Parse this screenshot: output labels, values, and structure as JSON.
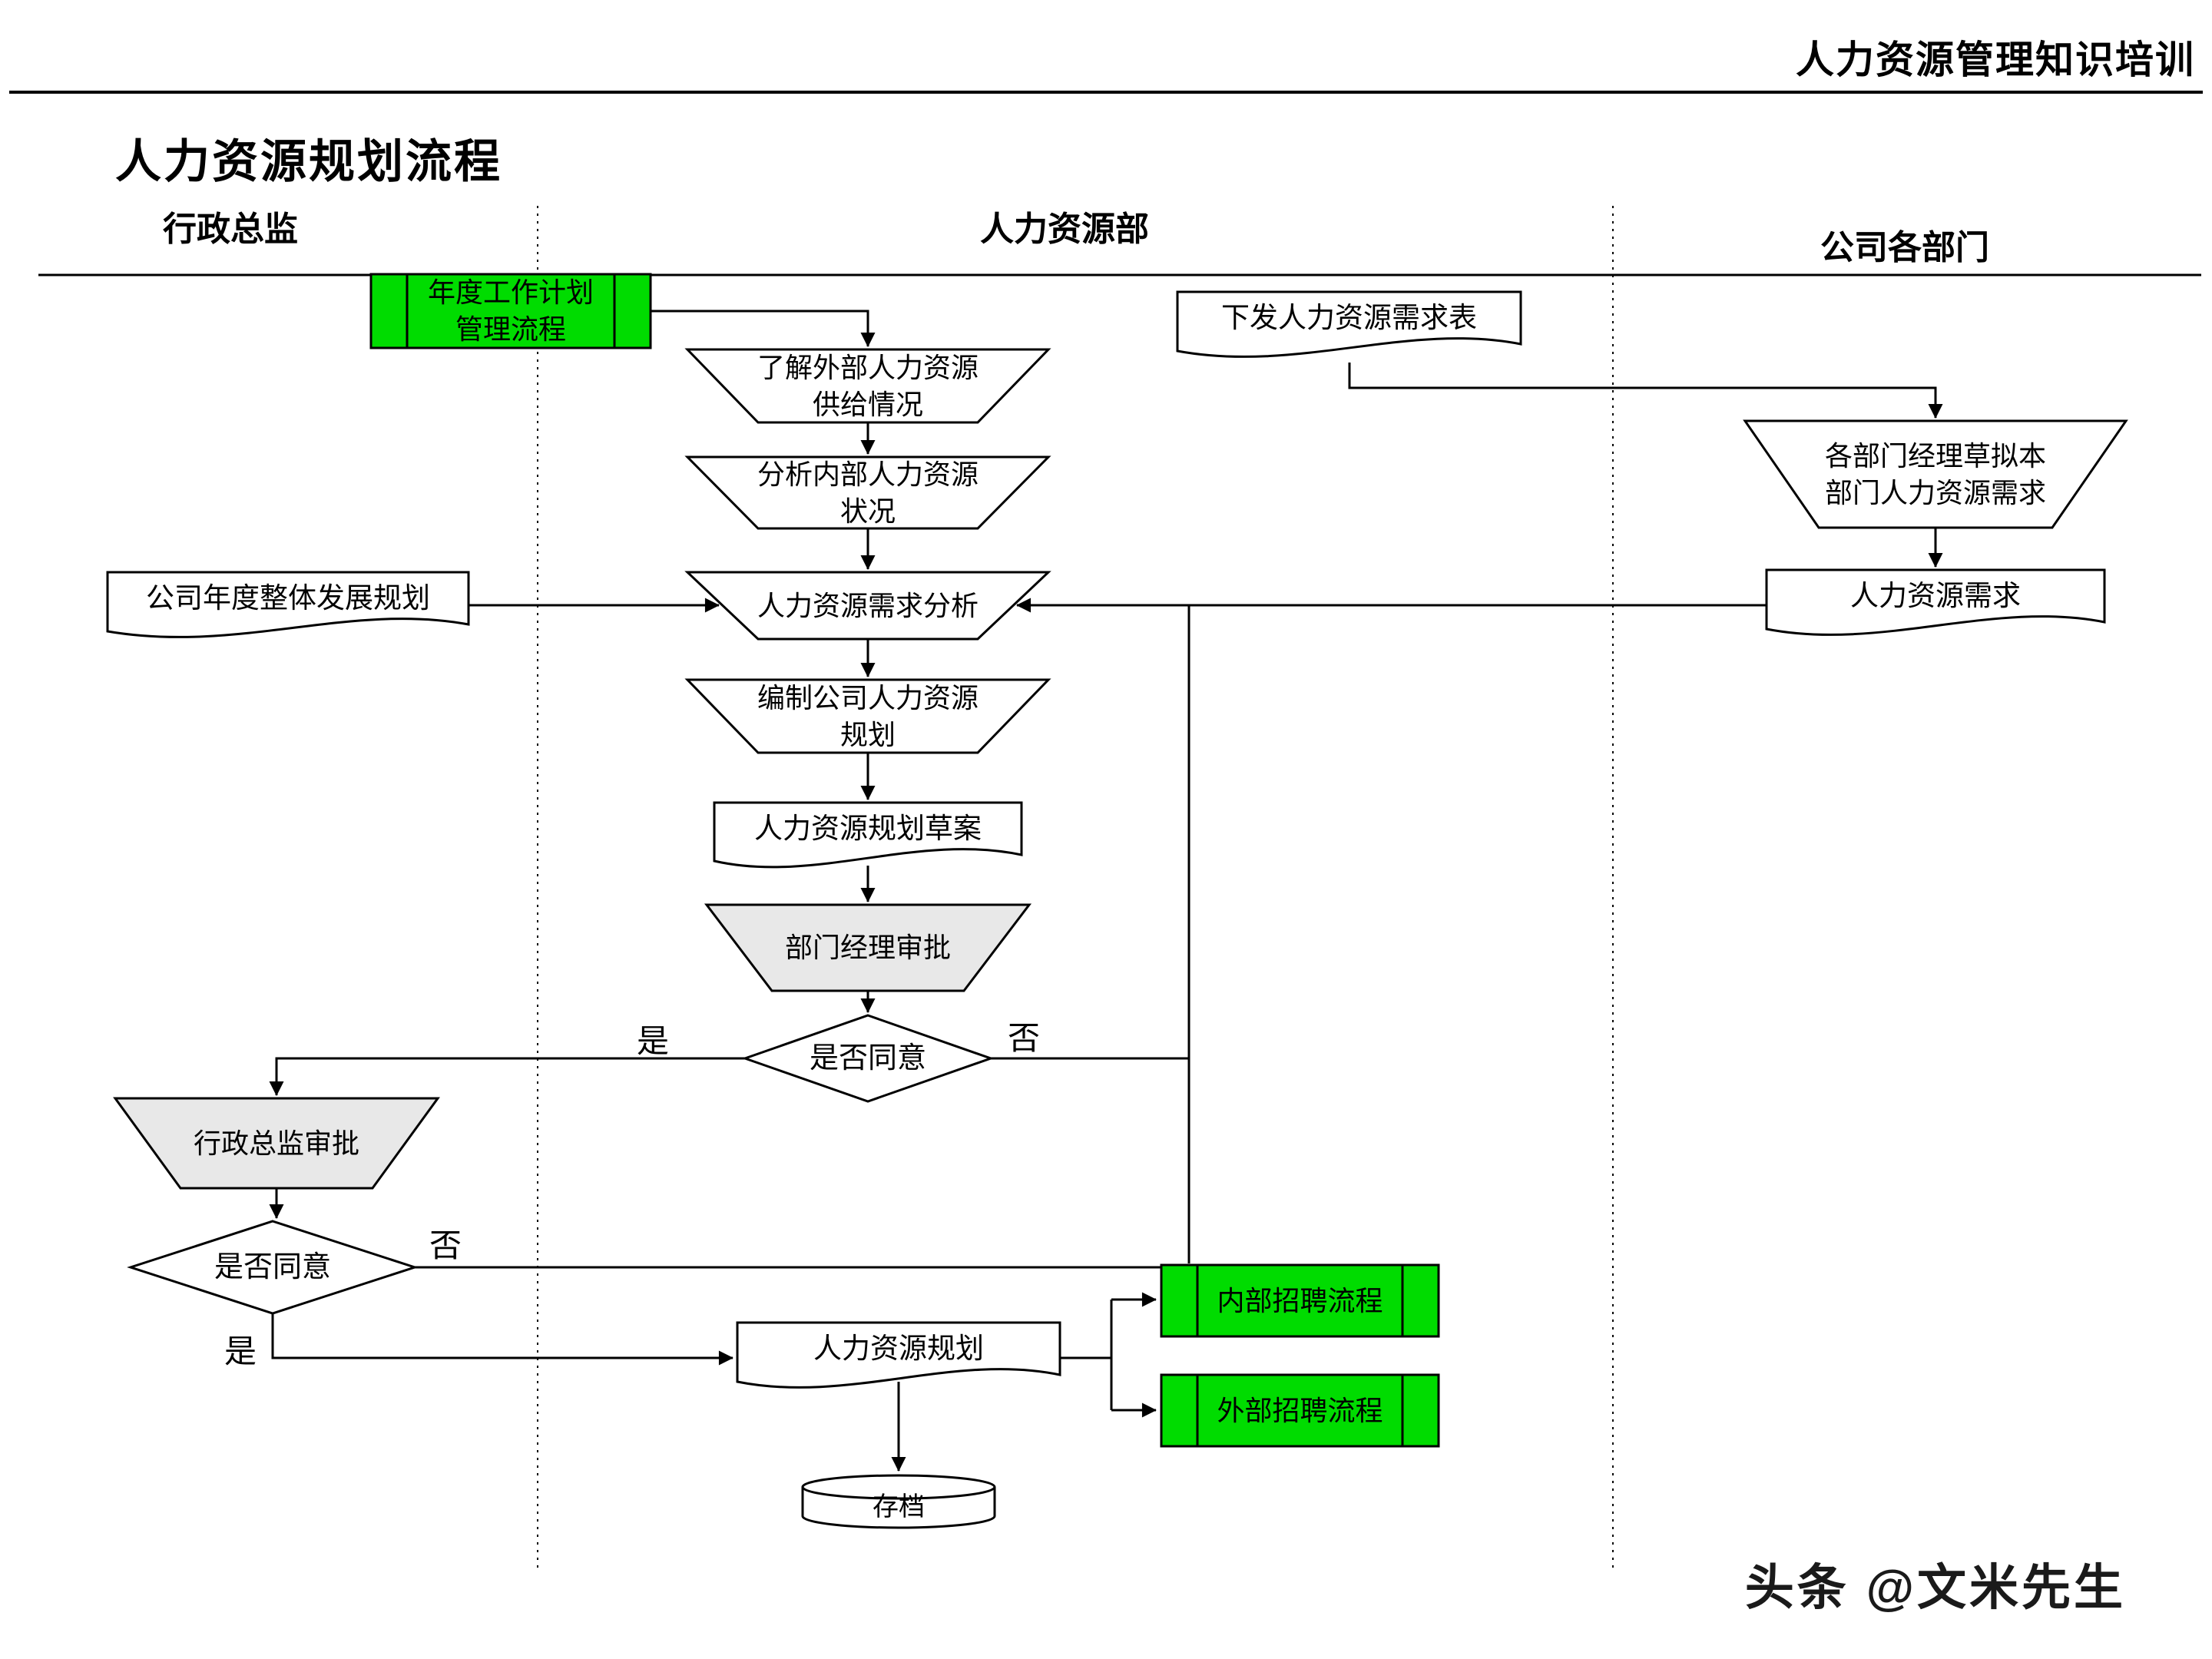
{
  "header": {
    "course_title": "人力资源管理知识培训"
  },
  "page": {
    "title": "人力资源规划流程",
    "watermark": "头条 @文米先生"
  },
  "lanes": [
    {
      "label": "行政总监"
    },
    {
      "label": "人力资源部"
    },
    {
      "label": "公司各部门"
    }
  ],
  "nodes": {
    "annual_work_plan": {
      "label": "年度工作计划\n管理流程",
      "type": "predefined-process",
      "fill": "green"
    },
    "external_supply": {
      "label": "了解外部人力资源\n供给情况",
      "type": "manual-operation",
      "fill": "white"
    },
    "internal_status": {
      "label": "分析内部人力资源\n状况",
      "type": "manual-operation",
      "fill": "white"
    },
    "demand_analysis": {
      "label": "人力资源需求分析",
      "type": "manual-operation",
      "fill": "white"
    },
    "compile_plan": {
      "label": "编制公司人力资源\n规划",
      "type": "manual-operation",
      "fill": "white"
    },
    "plan_draft": {
      "label": "人力资源规划草案",
      "type": "document",
      "fill": "white"
    },
    "dept_manager_approval": {
      "label": "部门经理审批",
      "type": "manual-operation",
      "fill": "gray"
    },
    "dept_agree": {
      "label": "是否同意",
      "type": "decision",
      "fill": "white"
    },
    "admin_director_approval": {
      "label": "行政总监审批",
      "type": "manual-operation",
      "fill": "gray"
    },
    "director_agree": {
      "label": "是否同意",
      "type": "decision",
      "fill": "white"
    },
    "hr_plan": {
      "label": "人力资源规划",
      "type": "document",
      "fill": "white"
    },
    "internal_recruiting": {
      "label": "内部招聘流程",
      "type": "predefined-process",
      "fill": "green"
    },
    "external_recruiting": {
      "label": "外部招聘流程",
      "type": "predefined-process",
      "fill": "green"
    },
    "archive": {
      "label": "存档",
      "type": "database",
      "fill": "white"
    },
    "issue_demand_form": {
      "label": "下发人力资源需求表",
      "type": "document",
      "fill": "white"
    },
    "dept_draft_demand": {
      "label": "各部门经理草拟本\n部门人力资源需求",
      "type": "manual-operation",
      "fill": "white"
    },
    "hr_demand": {
      "label": "人力资源需求",
      "type": "document",
      "fill": "white"
    },
    "company_plan": {
      "label": "公司年度整体发展规划",
      "type": "document",
      "fill": "white"
    }
  },
  "decision_labels": {
    "yes": "是",
    "no": "否"
  },
  "colors": {
    "process_green": "#00dc00",
    "approval_gray": "#e8e8e8",
    "line": "#000000",
    "background": "#ffffff"
  }
}
